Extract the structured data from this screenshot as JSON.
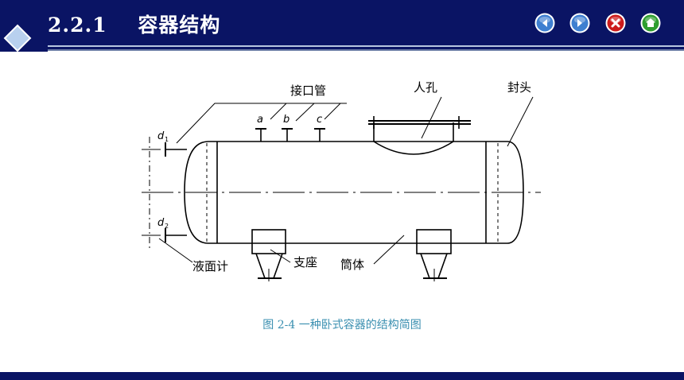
{
  "header": {
    "section_number": "2.2.1",
    "title": "容器结构"
  },
  "nav": {
    "prev_icon": "arrow-left-icon",
    "next_icon": "arrow-right-icon",
    "close_icon": "close-icon",
    "home_icon": "home-icon"
  },
  "diagram": {
    "labels": {
      "nozzles": "接口管",
      "manhole": "人孔",
      "head": "封头",
      "level_gauge": "液面计",
      "support": "支座",
      "shell": "筒体",
      "nozzle_a": "a",
      "nozzle_b": "b",
      "nozzle_c": "c",
      "d1": "d",
      "d1_sub": "1",
      "d2": "d",
      "d2_sub": "2"
    }
  },
  "caption": {
    "text": "图 2-4    一种卧式容器的结构简图"
  },
  "colors": {
    "header_bg": "#0a1464",
    "caption": "#3a8fb0",
    "nav_blue": "#3e7fd0",
    "nav_red": "#cc1b1b",
    "nav_green": "#2e9e2e"
  }
}
